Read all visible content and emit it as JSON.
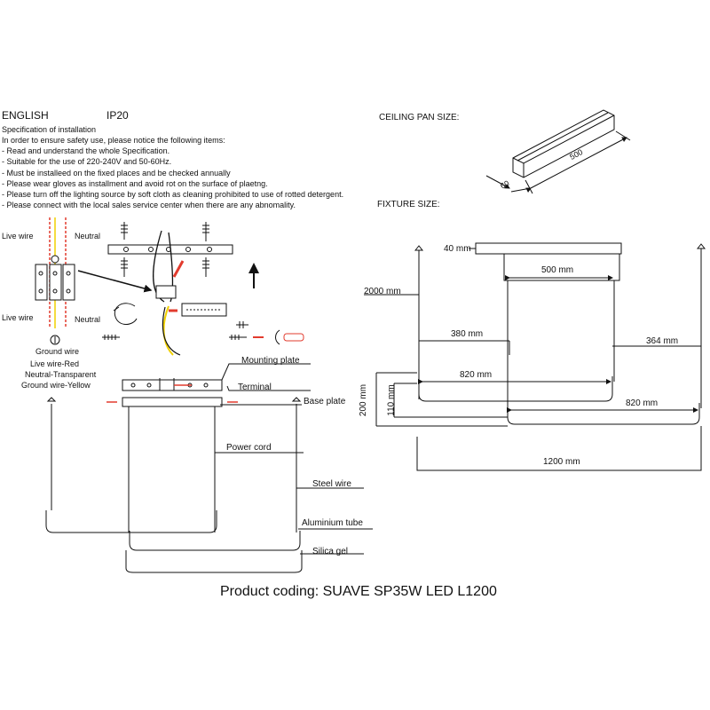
{
  "header": {
    "language": "ENGLISH",
    "ip_rating": "IP20",
    "spec_title": "Specification of installation",
    "spec_lines": [
      "In order to ensure safety use, please notice the following items:",
      "- Read and understand the whole Specification.",
      "- Suitable for the use of 220-240V and 50-60Hz.",
      "- Must be installeed on the fixed places and be checked annually",
      "- Please wear gloves as installment and avoid rot on the surface of plaetng.",
      "- Please turn off the lighting source by soft cloth as cleaning prohibited to use of rotted detergent.",
      "- Please connect with the local sales service center when there are any abnomality."
    ]
  },
  "wiring": {
    "live_wire_top": "Live wire",
    "neutral_top": "Neutral",
    "live_wire_bottom": "Live wire",
    "neutral_bottom": "Neutral",
    "ground_wire": "Ground wire",
    "legend": [
      "Live wire-Red",
      "Neutral-Transparent",
      "Ground wire-Yellow"
    ],
    "colors": {
      "live": "#e23b2e",
      "neutral": "#cfcfcf",
      "ground": "#f0d000"
    }
  },
  "parts": {
    "mounting_plate": "Mounting plate",
    "terminal": "Terminal",
    "base_plate": "Base plate",
    "power_cord": "Power cord",
    "steel_wire": "Steel wire",
    "aluminium_tube": "Aluminium tube",
    "silica_gel": "Silica gel"
  },
  "ceiling_pan": {
    "title": "CEILING PAN  SIZE:",
    "length": "500",
    "width": "60"
  },
  "fixture": {
    "title": "FIXTURE SIZE:",
    "d40": "40 mm",
    "d500": "500 mm",
    "d2000": "2000 mm",
    "d380": "380 mm",
    "d364": "364 mm",
    "d820a": "820 mm",
    "d820b": "820 mm",
    "d200": "200 mm",
    "d110": "110 mm",
    "d1200": "1200 mm"
  },
  "product_coding": "Product coding: SUAVE SP35W LED L1200"
}
